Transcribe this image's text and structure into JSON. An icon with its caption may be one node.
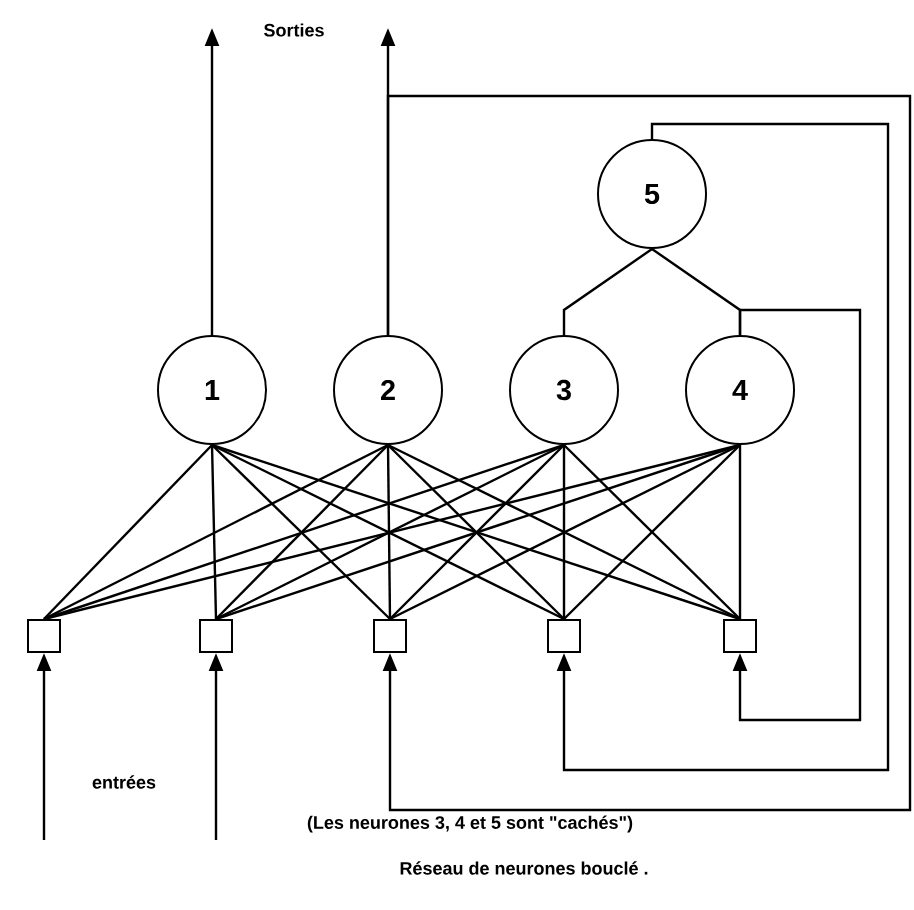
{
  "diagram": {
    "caption": "Réseau de neurones bouclé .",
    "nodes": [
      {
        "text": [
          "1"
        ]
      },
      {
        "text": [
          "2"
        ]
      },
      {
        "text": [
          "3"
        ]
      },
      {
        "text": [
          "4"
        ]
      },
      {
        "text": [
          "5"
        ]
      },
      {
        "text": [],
        "shape": "box"
      },
      {
        "text": [],
        "shape": "box"
      },
      {
        "text": [],
        "shape": "box"
      },
      {
        "text": [],
        "shape": "box"
      },
      {
        "text": [],
        "shape": "box"
      }
    ],
    "edges": [
      {
        "from": 5,
        "to": 0,
        "arrow": "none"
      },
      {
        "from": 5,
        "to": 1,
        "arrow": "none"
      },
      {
        "from": 5,
        "to": 2,
        "arrow": "none"
      },
      {
        "from": 5,
        "to": 3,
        "arrow": "none"
      },
      {
        "from": 6,
        "to": 0,
        "arrow": "none"
      },
      {
        "from": 6,
        "to": 1,
        "arrow": "none"
      },
      {
        "from": 6,
        "to": 2,
        "arrow": "none"
      },
      {
        "from": 6,
        "to": 3,
        "arrow": "none"
      },
      {
        "from": 7,
        "to": 0,
        "arrow": "none"
      },
      {
        "from": 7,
        "to": 1,
        "arrow": "none"
      },
      {
        "from": 7,
        "to": 2,
        "arrow": "none"
      },
      {
        "from": 7,
        "to": 3,
        "arrow": "none"
      },
      {
        "from": 8,
        "to": 0,
        "arrow": "none"
      },
      {
        "from": 8,
        "to": 1,
        "arrow": "none"
      },
      {
        "from": 8,
        "to": 2,
        "arrow": "none"
      },
      {
        "from": 8,
        "to": 3,
        "arrow": "none"
      },
      {
        "from": 9,
        "to": 0,
        "arrow": "none"
      },
      {
        "from": 9,
        "to": 1,
        "arrow": "none"
      },
      {
        "from": 9,
        "to": 2,
        "arrow": "none"
      },
      {
        "from": 9,
        "to": 3,
        "arrow": "none"
      },
      {
        "from": 2,
        "to": 4,
        "arrow": "none"
      },
      {
        "from": 3,
        "to": 4,
        "arrow": "none"
      },
      {
        "from": 0,
        "to": null,
        "arrow": "to"
      },
      {
        "from": 1,
        "to": null,
        "arrow": "to"
      },
      {
        "from": 1,
        "to": 7,
        "arrow": "to"
      },
      {
        "from": 4,
        "to": 8,
        "arrow": "to"
      },
      {
        "from": 3,
        "to": 9,
        "arrow": "to"
      },
      {
        "from": null,
        "to": 5,
        "arrow": "to"
      },
      {
        "from": null,
        "to": 6,
        "arrow": "to"
      }
    ],
    "labels": [
      "Sorties",
      "entrées",
      "(Les neurones 3, 4 et 5 sont \"cachés\")"
    ]
  }
}
